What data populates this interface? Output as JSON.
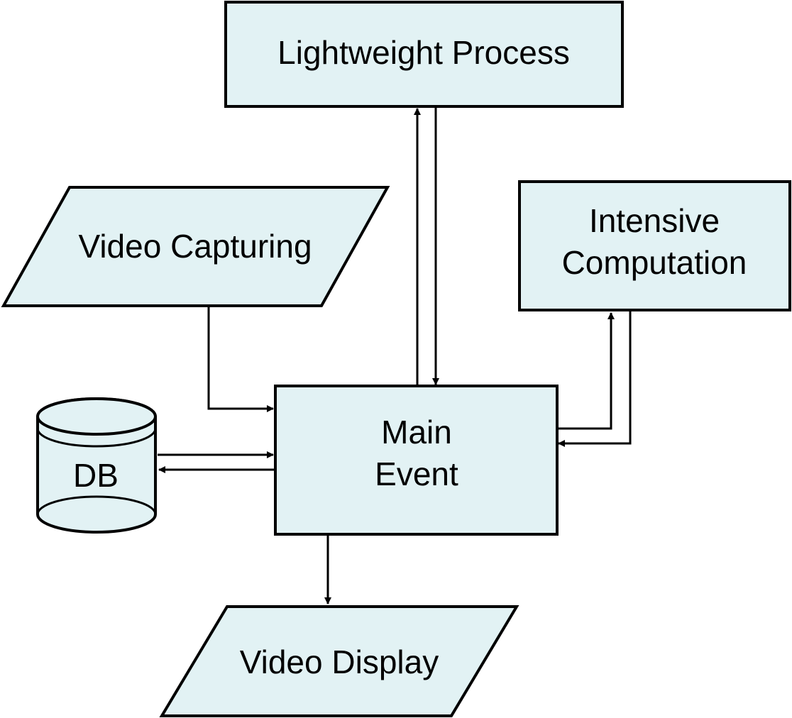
{
  "nodes": {
    "lightweight_process": {
      "label": "Lightweight Process"
    },
    "video_capturing": {
      "label": "Video Capturing"
    },
    "intensive_computation": {
      "lines": [
        "Intensive",
        "Computation"
      ]
    },
    "main_event": {
      "lines": [
        "Main",
        "Event"
      ]
    },
    "db": {
      "label": "DB"
    },
    "video_display": {
      "label": "Video Display"
    }
  },
  "edges": [
    {
      "from": "main_event",
      "to": "lightweight_process"
    },
    {
      "from": "lightweight_process",
      "to": "main_event"
    },
    {
      "from": "video_capturing",
      "to": "main_event"
    },
    {
      "from": "main_event",
      "to": "intensive_computation"
    },
    {
      "from": "intensive_computation",
      "to": "main_event"
    },
    {
      "from": "db",
      "to": "main_event"
    },
    {
      "from": "main_event",
      "to": "db"
    },
    {
      "from": "main_event",
      "to": "video_display"
    }
  ],
  "colors": {
    "node_fill": "#e2f2f4",
    "stroke": "#000000"
  }
}
